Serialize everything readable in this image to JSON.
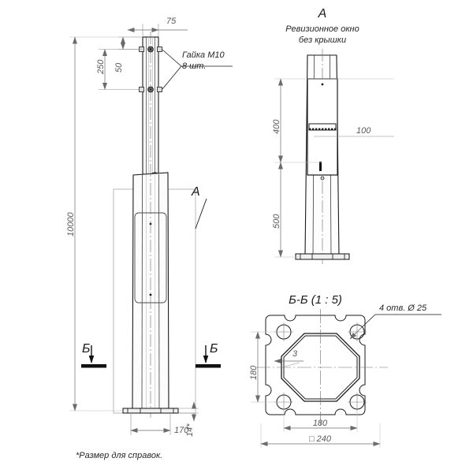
{
  "drawing": {
    "type": "technical-drawing",
    "subject": "Металлическая опора освещения — чертёж",
    "background": "#ffffff",
    "line_color": "#1a1a1a",
    "thin_line_color": "#8a8a8a",
    "dim_text_color": "#585858"
  },
  "main_view": {
    "dimensions": {
      "top_width": "75",
      "bolt_pitch": "250",
      "bolt_edge": "50",
      "total_height": "10000",
      "base_width": "170",
      "base_thickness": "14*"
    },
    "callouts": {
      "nut_label_line1": "Гайка М10",
      "nut_label_line2": "8 шт.",
      "detail_letter": "A",
      "section_mark_left": "Б",
      "section_mark_right": "Б"
    }
  },
  "detail_view_a": {
    "title": "А",
    "subtitle_line1": "Ревизионное окно",
    "subtitle_line2": "без крышки",
    "dimensions": {
      "window_top": "400",
      "window_width": "100",
      "window_bottom": "500"
    }
  },
  "section_view_bb": {
    "title": "Б-Б (1 : 5)",
    "hole_note": "4 отв. Ø 25",
    "dimensions": {
      "wall_thickness": "3",
      "octagon_height": "180",
      "octagon_width": "180",
      "plate_square": "□ 240"
    }
  },
  "footnote": {
    "text": "*Размер для справок."
  }
}
